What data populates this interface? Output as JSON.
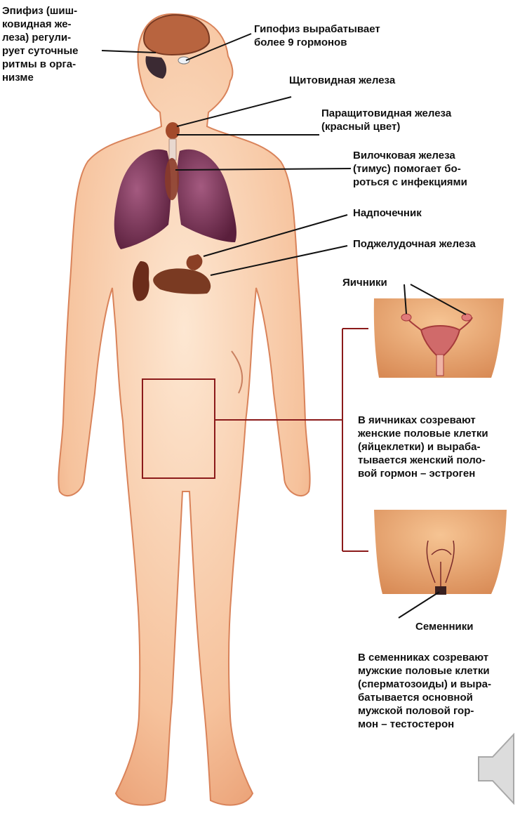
{
  "labels": {
    "pineal": "Эпифиз (шиш-\nковидная же-\nлеза) регули-\nрует суточные\nритмы в орга-\nнизме",
    "pituitary": "Гипофиз вырабатывает\nболее 9 гормонов",
    "thyroid": "Щитовидная железа",
    "parathyroid": "Паращитовидная железа\n(красный цвет)",
    "thymus": "Вилочковая железа\n(тимус) помогает бо-\nроться с инфекциями",
    "adrenal": "Надпочечник",
    "pancreas": "Поджелудочная железа",
    "ovaries": "Яичники",
    "ovaries_text": "В яичниках созревают\nженские половые клетки\n(яйцеклетки) и выраба-\nтывается женский поло-\nвой гормон – эстроген",
    "testes": "Семенники",
    "testes_text": "В семенниках созревают\nмужские половые клетки\n(сперматозоиды) и выра-\nбатывается основной\nмужской половой гор-\nмон – тестостерон"
  },
  "colors": {
    "skin": "#f7c49a",
    "skin_dark": "#e0966a",
    "lungs": "#7a2f55",
    "organ_brown": "#7a3a22",
    "thyroid": "#a34a2a",
    "frame": "#8b1a1a",
    "leader": "#111111"
  },
  "icons": [
    "speaker-icon"
  ]
}
